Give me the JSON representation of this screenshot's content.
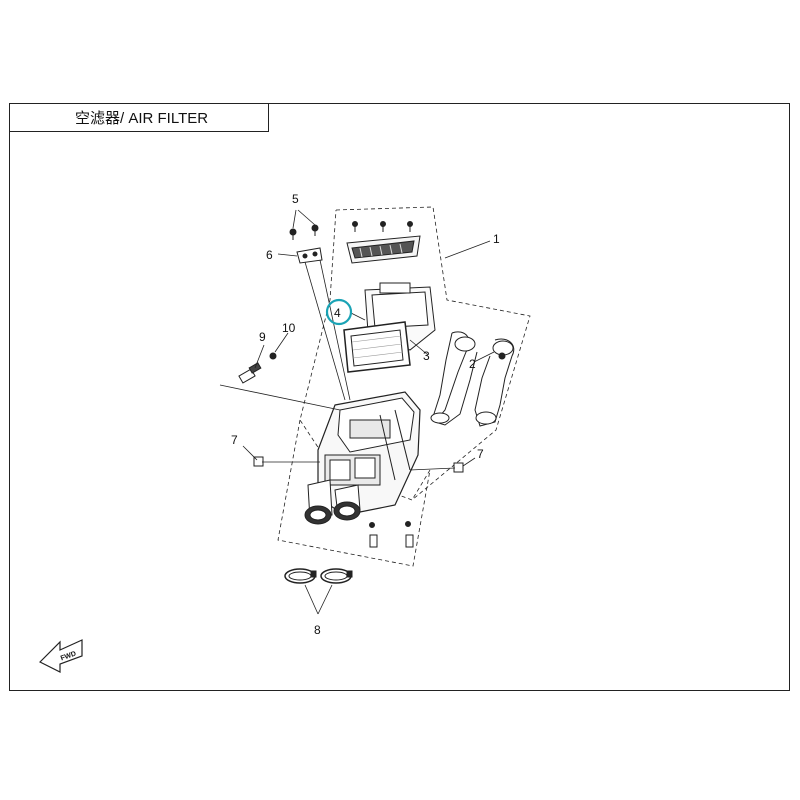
{
  "title": "空滤器/ AIR FILTER",
  "callouts": [
    {
      "id": "1",
      "text": "1"
    },
    {
      "id": "2",
      "text": "2"
    },
    {
      "id": "3",
      "text": "3"
    },
    {
      "id": "4",
      "text": "4",
      "highlighted": true
    },
    {
      "id": "5",
      "text": "5"
    },
    {
      "id": "6",
      "text": "6"
    },
    {
      "id": "7a",
      "text": "7"
    },
    {
      "id": "7b",
      "text": "7"
    },
    {
      "id": "8",
      "text": "8"
    },
    {
      "id": "9",
      "text": "9"
    },
    {
      "id": "10",
      "text": "10"
    }
  ],
  "fwd_label": "FWD",
  "colors": {
    "highlight": "#1aa3b5",
    "line": "#222222"
  }
}
